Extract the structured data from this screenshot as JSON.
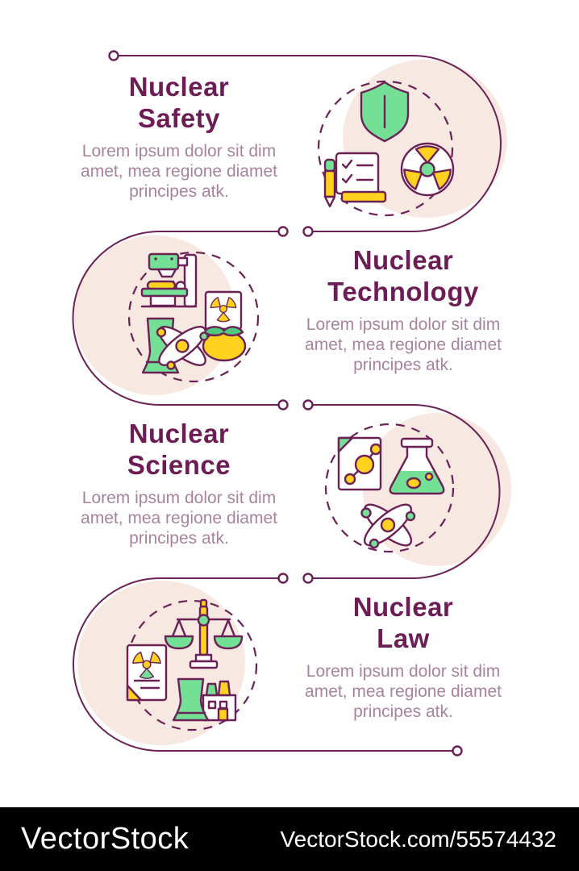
{
  "infographic": {
    "sections": [
      {
        "title": "Nuclear\nSafety",
        "description": "Lorem ipsum dolor sit dim amet, mea regione diamet principes atk.",
        "icons": [
          "shield-icon",
          "checklist-pen-icon",
          "radiation-sign-icon"
        ]
      },
      {
        "title": "Nuclear\nTechnology",
        "description": "Lorem ipsum dolor sit dim amet, mea regione diamet principes atk.",
        "icons": [
          "medical-scanner-icon",
          "irradiated-food-icon",
          "cooling-tower-atom-icon"
        ]
      },
      {
        "title": "Nuclear\nScience",
        "description": "Lorem ipsum dolor sit dim amet, mea regione diamet principes atk.",
        "icons": [
          "molecule-document-icon",
          "chemistry-flask-icon",
          "atom-icon"
        ]
      },
      {
        "title": "Nuclear\nLaw",
        "description": "Lorem ipsum dolor sit dim amet, mea regione diamet principes atk.",
        "icons": [
          "justice-scales-icon",
          "radiation-document-icon",
          "nuclear-plant-icon"
        ]
      }
    ]
  },
  "footer": {
    "brand": "VectorStock",
    "watermark_url": "VectorStock.com/55574432"
  },
  "colors": {
    "outline_purple": "#6B2156",
    "title_text": "#6C1D55",
    "body_text": "#A8839E",
    "accent_green": "#74E096",
    "accent_yellow": "#FFD21F",
    "blob_pink": "#F7E8E2",
    "footer_bg": "#000000",
    "footer_text": "#FFFFFF"
  }
}
